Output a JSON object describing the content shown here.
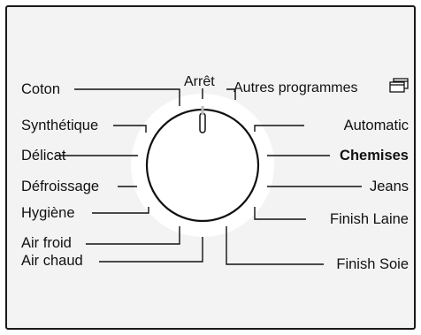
{
  "panel": {
    "top_labels": {
      "off": "Arrêt",
      "more_programs": "Autres programmes"
    },
    "left_programs": [
      "Coton",
      "Synthétique",
      "Délicat",
      "Défroissage",
      "Hygiène",
      "Air froid",
      "Air chaud"
    ],
    "right_programs": [
      "Automatic",
      "Chemises",
      "Jeans",
      "Finish Laine",
      "Finish Soie"
    ],
    "highlighted_program": "Chemises",
    "icons": {
      "more_programs_icon": "stacked-windows-icon",
      "dial_indicator": "pointer-notch-icon"
    }
  }
}
